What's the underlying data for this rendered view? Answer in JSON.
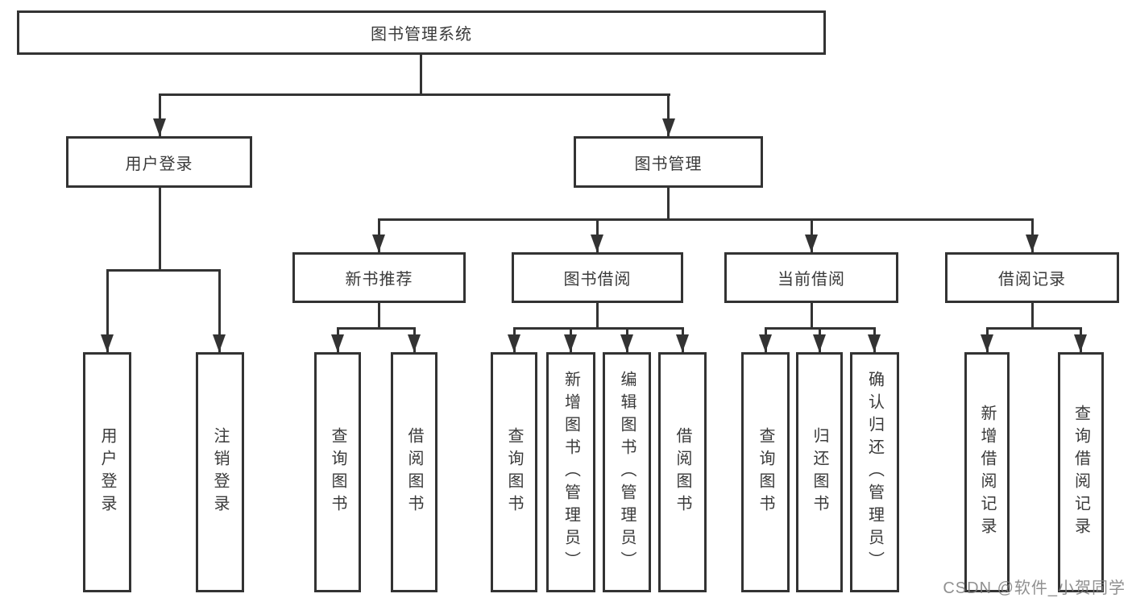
{
  "diagram": {
    "root": {
      "label": "图书管理系统"
    },
    "branches": [
      {
        "label": "用户登录",
        "children": [
          "用户登录",
          "注销登录"
        ]
      },
      {
        "label": "图书管理",
        "children": [
          {
            "label": "新书推荐",
            "children": [
              "查询图书",
              "借阅图书"
            ]
          },
          {
            "label": "图书借阅",
            "children": [
              "查询图书",
              "新增图书（管理员）",
              "编辑图书（管理员）",
              "借阅图书"
            ]
          },
          {
            "label": "当前借阅",
            "children": [
              "查询图书",
              "归还图书",
              "确认归还（管理员）"
            ]
          },
          {
            "label": "借阅记录",
            "children": [
              "新增借阅记录",
              "查询借阅记录"
            ]
          }
        ]
      }
    ]
  },
  "watermark": {
    "text": "CSDN @软件_小贺同学"
  },
  "colors": {
    "line": "#333333",
    "box_border": "#333333",
    "box_background": "#ffffff",
    "text": "#3a3a3a",
    "watermark": "#7d7d7d",
    "page_background": "#ffffff"
  }
}
